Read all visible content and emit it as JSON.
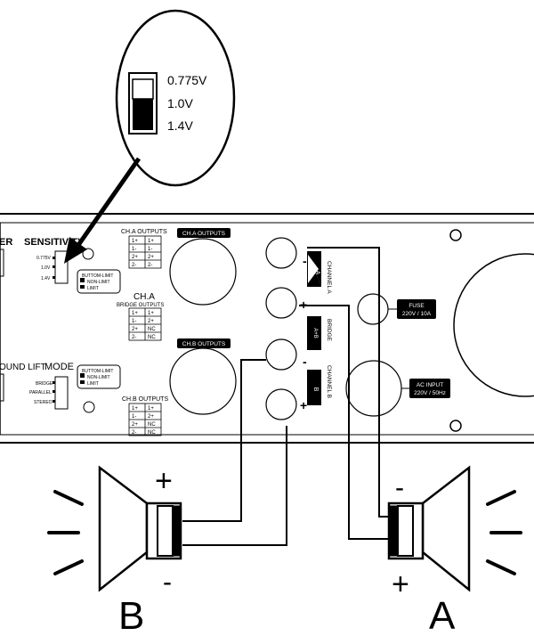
{
  "zoom": {
    "options": [
      "0.775V",
      "1.0V",
      "1.4V"
    ]
  },
  "panel": {
    "power_label_partial": "ER",
    "sensitivity_label": "SENSITIVITY",
    "ground_lift_partial": "OUND LIFT",
    "mode_label": "MODE",
    "sens_small": [
      "0.775V",
      "1.0V",
      "1.4V"
    ],
    "mode_small": [
      "BRIDGE",
      "PARALLEL",
      "STEREO"
    ],
    "limit_options": [
      "BUTTOM-LIMIT",
      "NON-LIMIT",
      "LIMIT"
    ],
    "cha_outputs_title": "CH.A OUTPUTS",
    "cha_outputs_table": [
      [
        "1+",
        "1+"
      ],
      [
        "1-",
        "1-"
      ],
      [
        "2+",
        "2+"
      ],
      [
        "2-",
        "2-"
      ]
    ],
    "cha_outputs_badge": "CH.A OUTPUTS",
    "cha_bridge_title_1": "CH.A",
    "cha_bridge_title_2": "BRIDGE OUTPUTS",
    "cha_bridge_table": [
      [
        "1+",
        "1+"
      ],
      [
        "1-",
        "2+"
      ],
      [
        "2+",
        "NC"
      ],
      [
        "2-",
        "NC"
      ]
    ],
    "chb_outputs_badge": "CH.B OUTPUTS",
    "chb_outputs_title": "CH.B OUTPUTS",
    "chb_outputs_table": [
      [
        "1+",
        "1+"
      ],
      [
        "1-",
        "2+"
      ],
      [
        "2+",
        "NC"
      ],
      [
        "2-",
        "NC"
      ]
    ],
    "channel_a": "CHANNEL A",
    "bridge": "BRIDGE",
    "channel_b": "CHANNEL B",
    "tab_a": "A",
    "tab_ab": "A+B",
    "tab_b": "B",
    "plus": "+",
    "minus": "-",
    "fuse_1": "FUSE",
    "fuse_2": "220V / 10A",
    "ac_1": "AC INPUT",
    "ac_2": "220V / 50Hz"
  },
  "speakers": {
    "left_label": "B",
    "right_label": "A",
    "plus": "+",
    "minus": "-"
  }
}
